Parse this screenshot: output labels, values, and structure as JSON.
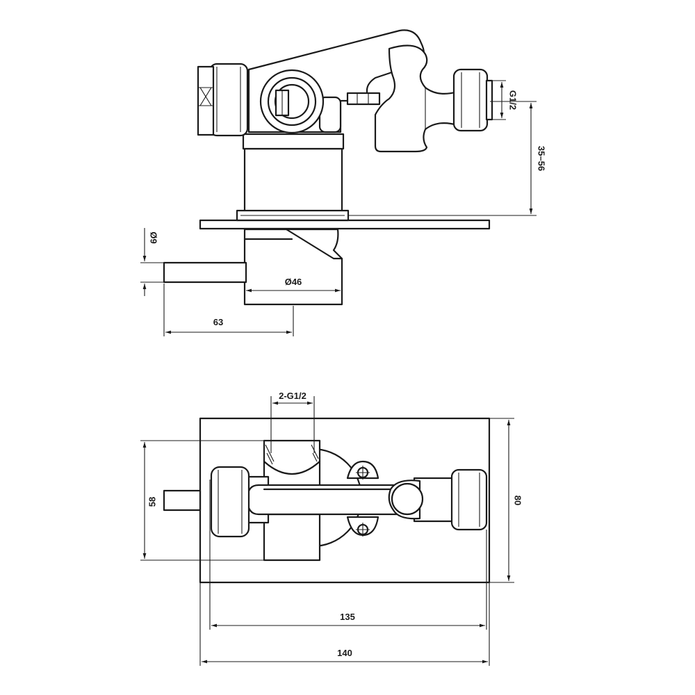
{
  "dimensions": {
    "thread_top": "G1/2",
    "wall_depth": "35–56",
    "pin_diameter": "Ø9",
    "body_diameter": "Ø46",
    "lever_length": "63",
    "thread_pair": "2-G1/2",
    "inner_height": "58",
    "plate_height": "80",
    "inner_width": "135",
    "plate_width": "140"
  }
}
